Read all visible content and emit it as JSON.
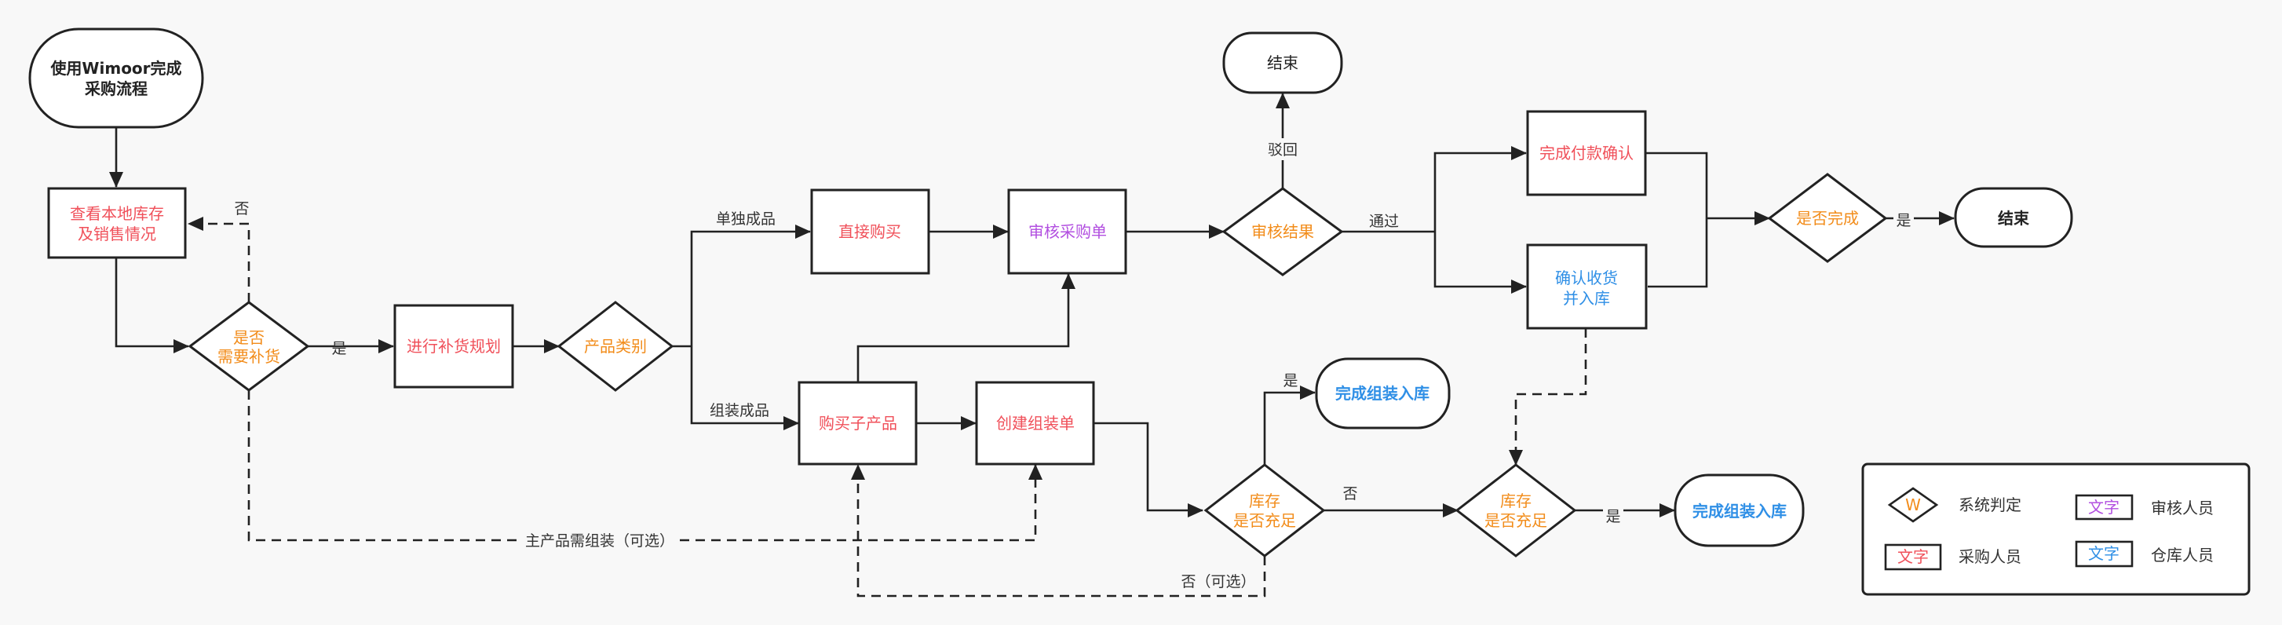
{
  "colors": {
    "purchaser": "#f0505a",
    "reviewer": "#b24fe0",
    "warehouse": "#2f8fe6",
    "system": "#f28c1a",
    "plain": "#222222"
  },
  "nodes": {
    "start": {
      "line1": "使用Wimoor完成",
      "line2": "采购流程"
    },
    "check_stock": {
      "line1": "查看本地库存",
      "line2": "及销售情况"
    },
    "need_restock": {
      "line1": "是否",
      "line2": "需要补货"
    },
    "restock_plan": {
      "text": "进行补货规划"
    },
    "product_type": {
      "text": "产品类别"
    },
    "direct_buy": {
      "text": "直接购买"
    },
    "review_po": {
      "text": "审核采购单"
    },
    "review_result": {
      "text": "审核结果"
    },
    "end_top": {
      "text": "结束"
    },
    "payment_confirm": {
      "text": "完成付款确认"
    },
    "receive_confirm": {
      "line1": "确认收货",
      "line2": "并入库"
    },
    "is_done": {
      "text": "是否完成"
    },
    "end_right": {
      "text": "结束"
    },
    "buy_sub": {
      "text": "购买子产品"
    },
    "create_assembly": {
      "text": "创建组装单"
    },
    "stock_ok_1": {
      "line1": "库存",
      "line2": "是否充足"
    },
    "assembly_done_1": {
      "text": "完成组装入库"
    },
    "stock_ok_2": {
      "line1": "库存",
      "line2": "是否充足"
    },
    "assembly_done_2": {
      "text": "完成组装入库"
    }
  },
  "edge_labels": {
    "no_back": "否",
    "yes_restock": "是",
    "single_product": "单独成品",
    "assembled_product": "组装成品",
    "rejected": "驳回",
    "passed": "通过",
    "yes_done": "是",
    "yes_stock_1": "是",
    "no_stock_1": "否",
    "yes_stock_2": "是",
    "main_needs_assembly": "主产品需组装（可选）",
    "no_optional": "否（可选）"
  },
  "legend": {
    "diamond_mark": "W",
    "system_label": "系统判定",
    "sample_text": "文字",
    "reviewer_label": "审核人员",
    "purchaser_label": "采购人员",
    "warehouse_label": "仓库人员"
  }
}
